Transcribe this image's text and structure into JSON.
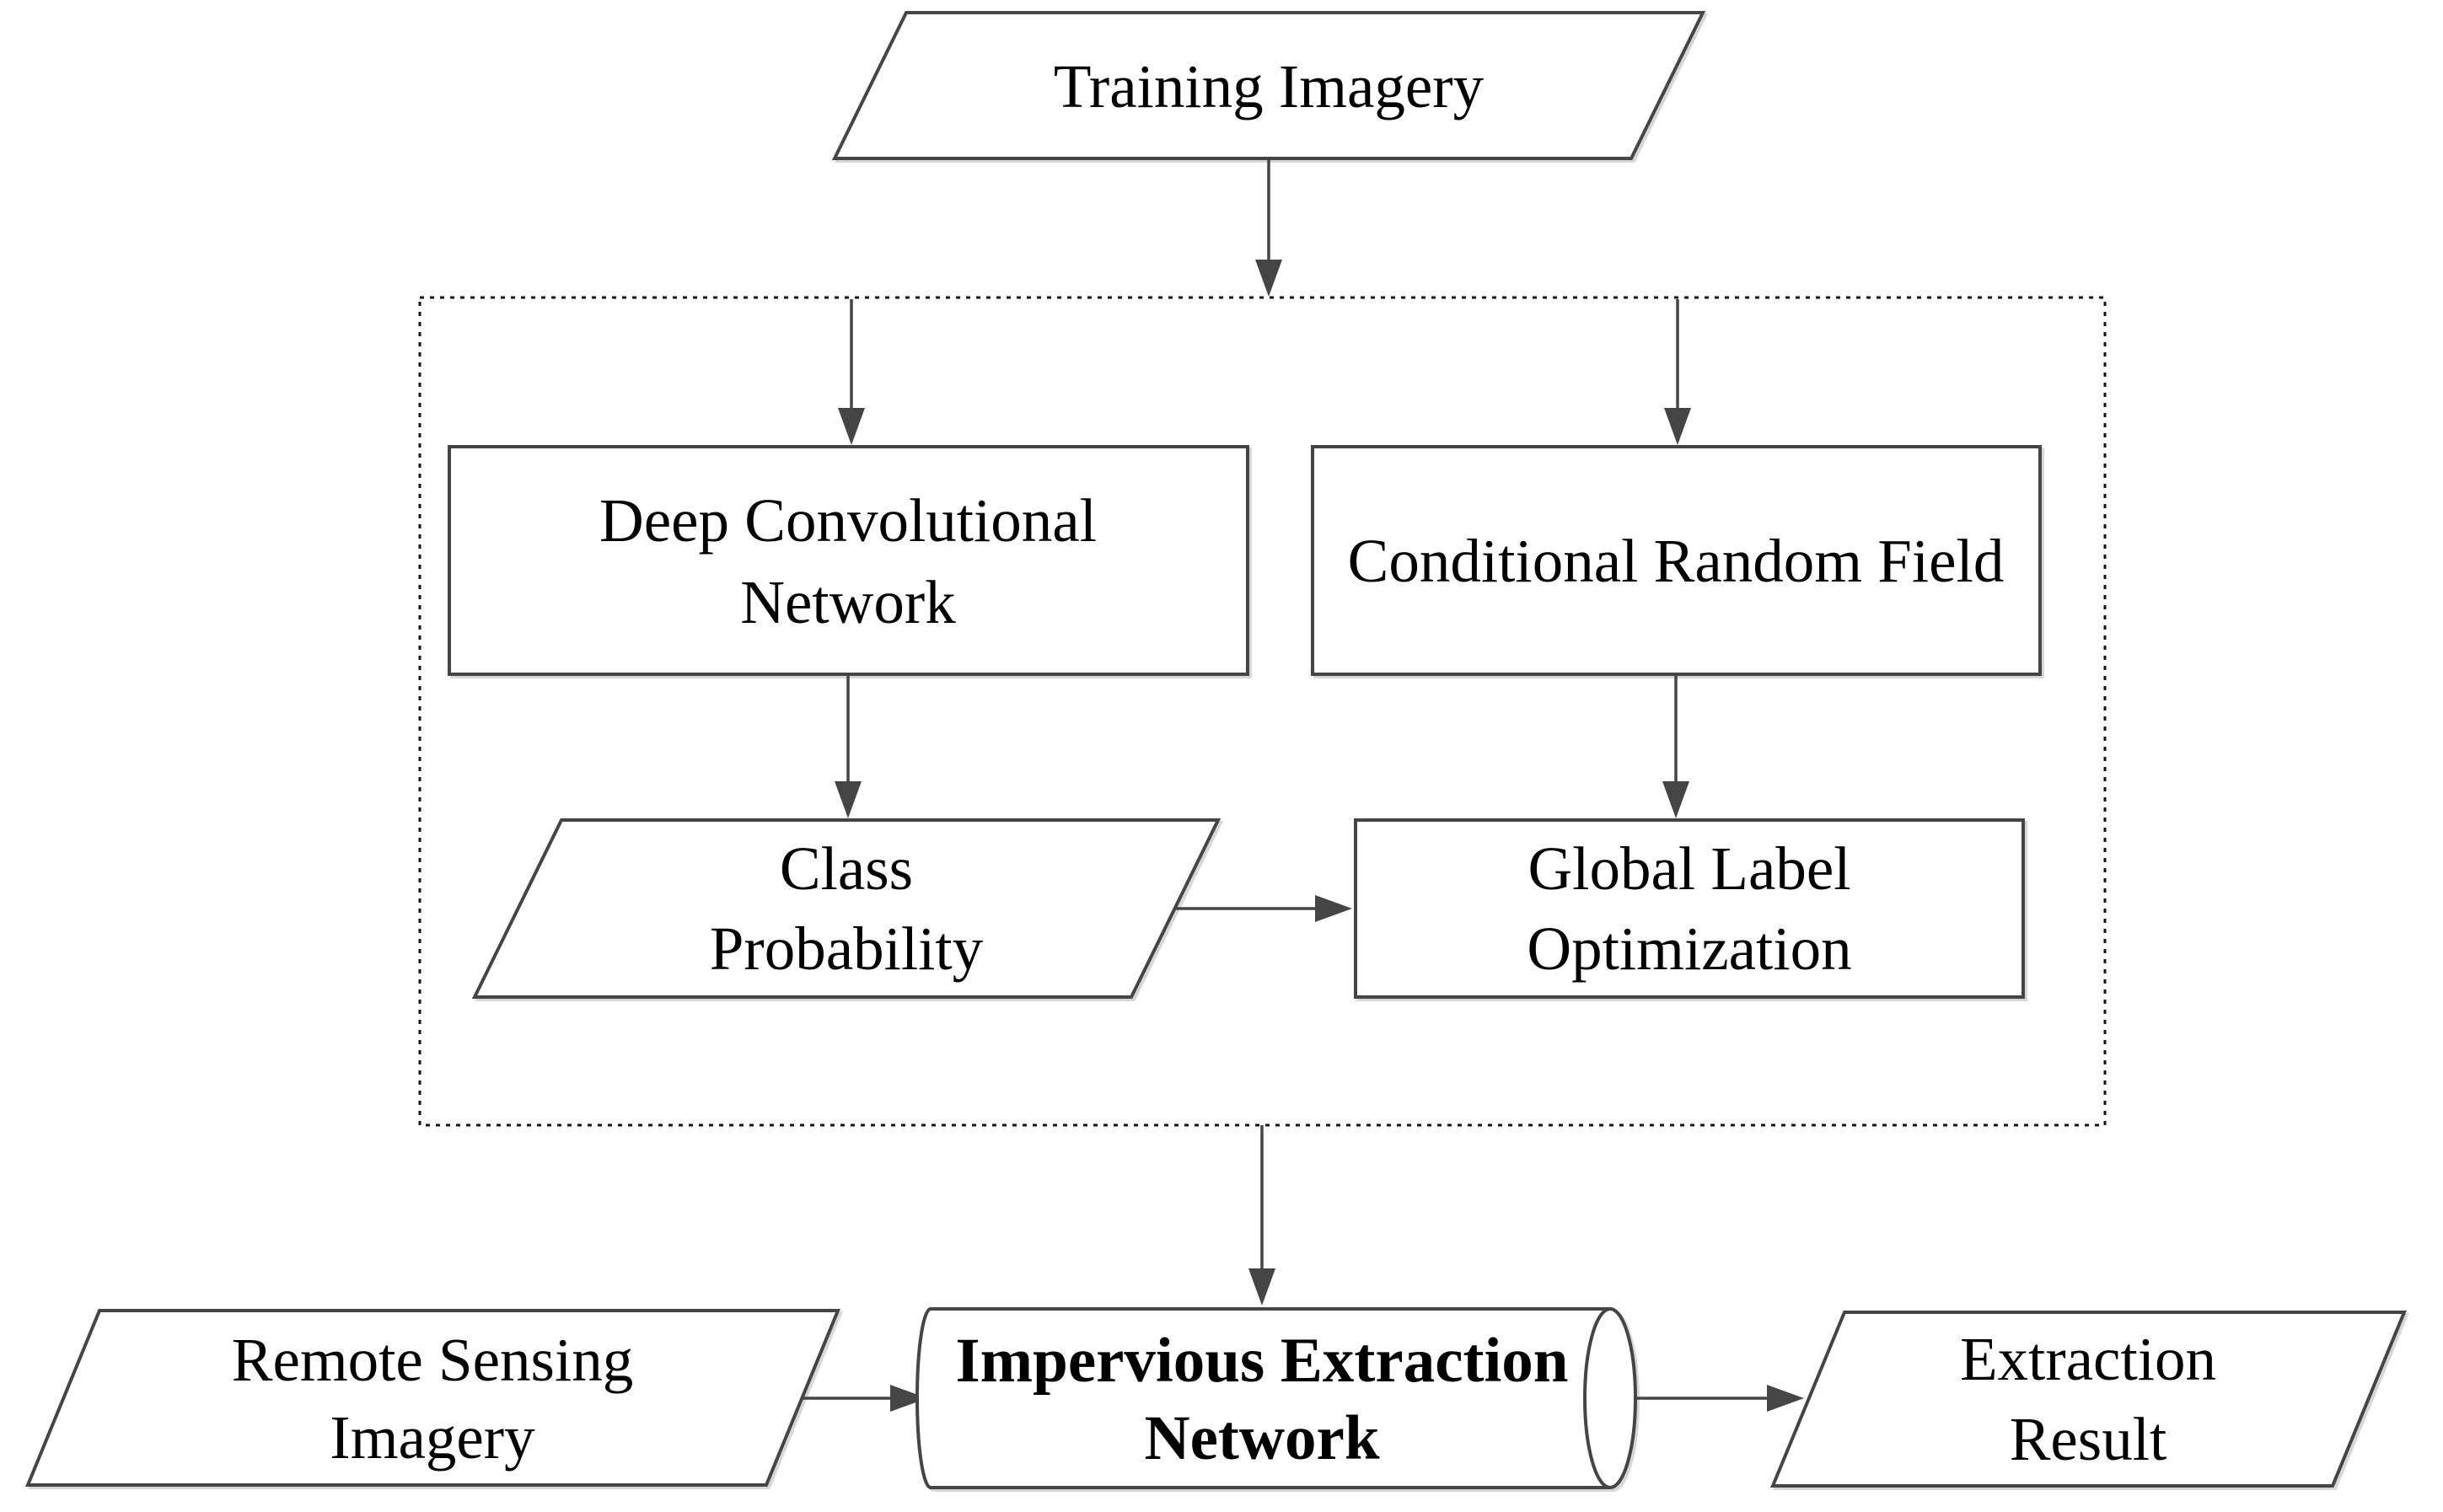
{
  "diagram": {
    "title_hint": "Impervious surface extraction flowchart",
    "colors": {
      "stroke": "#454545",
      "arrow": "#454545",
      "text": "#000000",
      "container_border": "#141414",
      "fill": "#ffffff",
      "background": "#ffffff"
    },
    "nodes": {
      "training_imagery": {
        "type": "parallelogram",
        "lines": [
          "Training Imagery"
        ]
      },
      "deep_convolutional_network": {
        "type": "rectangle",
        "lines": [
          "Deep Convolutional",
          "Network"
        ]
      },
      "conditional_random_field": {
        "type": "rectangle",
        "lines": [
          "Conditional Random Field"
        ]
      },
      "class_probability": {
        "type": "parallelogram",
        "lines": [
          "Class",
          "Probability"
        ]
      },
      "global_label_optimization": {
        "type": "rectangle",
        "lines": [
          "Global Label",
          "Optimization"
        ]
      },
      "remote_sensing_imagery": {
        "type": "parallelogram",
        "lines": [
          "Remote Sensing",
          "Imagery"
        ]
      },
      "impervious_extraction_network": {
        "type": "cylinder",
        "bold": true,
        "lines": [
          "Impervious Extraction",
          "Network"
        ]
      },
      "extraction_result": {
        "type": "parallelogram",
        "lines": [
          "Extraction",
          "Result"
        ]
      }
    },
    "container": {
      "style": "dotted",
      "contains": [
        "deep_convolutional_network",
        "conditional_random_field",
        "class_probability",
        "global_label_optimization"
      ]
    },
    "edges": [
      {
        "from": "training_imagery",
        "to": "training_container"
      },
      {
        "from": "training_container",
        "to": "deep_convolutional_network"
      },
      {
        "from": "training_container",
        "to": "conditional_random_field"
      },
      {
        "from": "deep_convolutional_network",
        "to": "class_probability"
      },
      {
        "from": "conditional_random_field",
        "to": "global_label_optimization"
      },
      {
        "from": "class_probability",
        "to": "global_label_optimization"
      },
      {
        "from": "training_container",
        "to": "impervious_extraction_network"
      },
      {
        "from": "remote_sensing_imagery",
        "to": "impervious_extraction_network"
      },
      {
        "from": "impervious_extraction_network",
        "to": "extraction_result"
      }
    ]
  }
}
